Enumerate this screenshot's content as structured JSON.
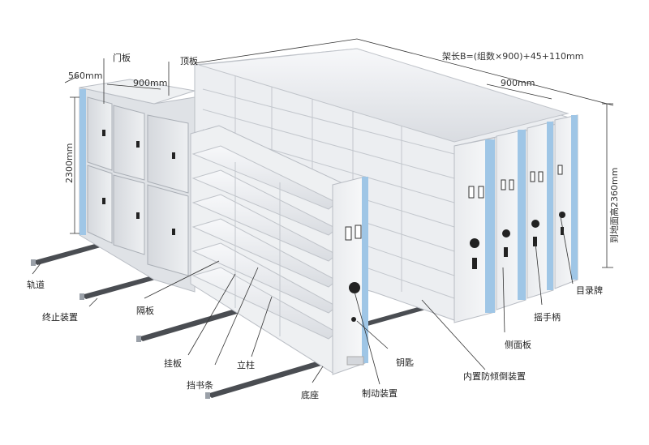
{
  "labels": {
    "door_panel": "门板",
    "top_panel": "顶板",
    "track": "轨道",
    "stop_device": "终止装置",
    "shelf": "隔板",
    "hanging_panel": "挂板",
    "book_stopper": "挡书条",
    "upright": "立柱",
    "base": "底座",
    "brake_device": "制动装置",
    "key": "钥匙",
    "anti_tilt": "内置防倾倒装置",
    "side_panel": "侧面板",
    "handle": "摇手柄",
    "catalog_card": "目录牌"
  },
  "dimensions": {
    "depth": "560mm",
    "width_top": "900mm",
    "height_left": "2300mm",
    "total_length": "架长B=(组数×900)+45+110mm",
    "width_right": "900mm",
    "height_right": "到地面高2360mm"
  },
  "colors": {
    "panel_light": "#f2f3f5",
    "panel_mid": "#dfe2e6",
    "panel_dark": "#c9cdd3",
    "blue_edge": "#9fc6e6",
    "rail": "#4a4d52",
    "line": "#333333"
  }
}
